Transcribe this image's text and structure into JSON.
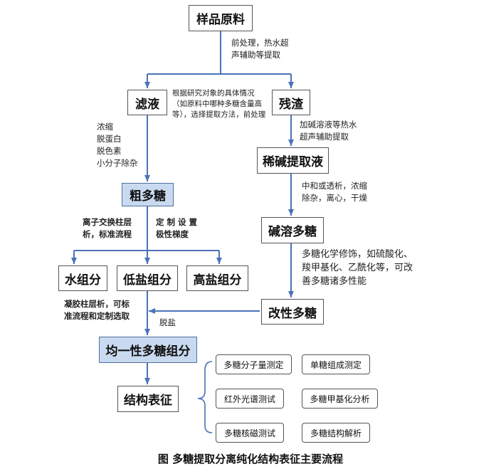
{
  "nodes": {
    "raw_material": "样品原料",
    "filtrate": "滤液",
    "residue": "残渣",
    "dilute_alkali_extract": "稀碱提取液",
    "crude_polysaccharide": "粗多糖",
    "alkali_soluble_polysaccharide": "碱溶多糖",
    "water_fraction": "水组分",
    "low_salt_fraction": "低盐组分",
    "high_salt_fraction": "高盐组分",
    "modified_polysaccharide": "改性多糖",
    "homogeneous_fraction": "均一性多糖组分",
    "structure_characterization": "结构表征"
  },
  "methods": [
    "多糖分子量测定",
    "单糖组成测定",
    "红外光谱测试",
    "多糖甲基化分析",
    "多糖核磁测试",
    "多糖结构解析"
  ],
  "labels": {
    "pretreatment": "前处理，热水超\n声辅助等提取",
    "choose_method": "根据研究对象的具体情况\n（如原料中哪种多糖含量高\n等），选择提取方法，前处理",
    "purify_steps": "浓缩\n脱蛋白\n脱色素\n小分子除杂",
    "alkali_extraction": "加碱溶液等热水\n超声辅助提取",
    "neutralize": "中和或透析，浓缩\n除杂，离心，干燥",
    "ion_exchange": "离子交换柱层\n析，标准流程",
    "custom_gradient": "定 制 设 置\n极性梯度",
    "chem_modification": "多糖化学修饰，如硫酸化、\n羧甲基化、乙酰化等，可改\n善多糖诸多性能",
    "gel_column": "凝胶柱层析，可标\n准流程和定制选取",
    "desalting": "脱盐"
  },
  "caption": "图  多糖提取分离纯化结构表征主要流程",
  "colors": {
    "arrow": "#4a72b8",
    "highlight_fill": "#c9daf0",
    "border": "#555555"
  }
}
